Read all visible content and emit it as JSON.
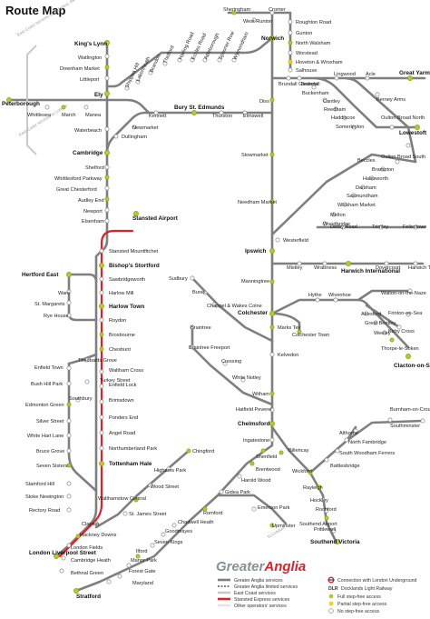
{
  "title": "Route Map",
  "brand": {
    "part1": "Greater",
    "part2": "Anglia"
  },
  "colors": {
    "ga_line": "#7f7f7f",
    "express": "#d8232a",
    "east_coast": "#c9c9c9",
    "other": "#dcdcdc",
    "full_access": "#b6c730",
    "partial_access": "#f2d21c",
    "no_access": "#ffffff"
  },
  "notes": {
    "east_coast_north": "East Coast services to Yorkshire, the North East and Scotland",
    "east_coast_south": "East Coast services to London",
    "upminster_london": "to London"
  },
  "stations": {
    "sheringham": "Sheringham",
    "cromer": "Cromer",
    "west_runton": "West Runton",
    "roughton_road": "Roughton Road",
    "norwich": "Norwich",
    "gunton": "Gunton",
    "north_walsham": "North Walsham",
    "worstead": "Worstead",
    "hoveton": "Hoveton & Wroxham",
    "salhouse": "Salhouse",
    "brundall_gardens": "Brundall Gardens",
    "brundall": "Brundall",
    "lingwood": "Lingwood",
    "acle": "Acle",
    "great_yarmouth": "Great Yarmouth",
    "buckenham": "Buckenham",
    "berney_arms": "Berney Arms",
    "cantley": "Cantley",
    "reedham": "Reedham",
    "haddiscoe": "Haddiscoe",
    "somerleyton": "Somerleyton",
    "oulton_broad_north": "Oulton Broad North",
    "lowestoft": "Lowestoft",
    "oulton_broad_south": "Oulton Broad South",
    "beccles": "Beccles",
    "brampton": "Brampton",
    "halesworth": "Halesworth",
    "darsham": "Darsham",
    "saxmundham": "Saxmundham",
    "wickham_market": "Wickham Market",
    "melton": "Melton",
    "woodbridge": "Woodbridge",
    "derby_road": "Derby Road",
    "trimley": "Trimley",
    "felixstowe": "Felixstowe",
    "westerfield": "Westerfield",
    "ipswich": "Ipswich",
    "kings_lynn": "King's Lynn",
    "watlington": "Watlington",
    "downham_market": "Downham Market",
    "littleport": "Littleport",
    "ely": "Ely",
    "peterborough": "Peterborough",
    "whittlesea": "Whittlesea",
    "march": "March",
    "manea": "Manea",
    "waterbeach": "Waterbeach",
    "shippea_hill": "Shippea Hill",
    "lakenheath": "Lakenheath",
    "brandon": "Brandon",
    "thetford": "Thetford",
    "harling_road": "Harling Road",
    "eccles_road": "Eccles Road",
    "attleborough": "Attleborough",
    "spooner_row": "Spooner Row",
    "wymondham": "Wymondham",
    "diss": "Diss",
    "newmarket": "Newmarket",
    "kennett": "Kennett",
    "bury": "Bury St. Edmunds",
    "thurston": "Thurston",
    "elmswell": "Elmswell",
    "dullingham": "Dullingham",
    "cambridge": "Cambridge",
    "stowmarket": "Stowmarket",
    "needham_market": "Needham Market",
    "shelford": "Shelford",
    "whittlesford": "Whittlesford Parkway",
    "great_chesterford": "Great Chesterford",
    "audley_end": "Audley End",
    "newport": "Newport",
    "elsenham": "Elsenham",
    "stansted_airport": "Stansted Airport",
    "stansted_mountfitchet": "Stansted Mountfitchet",
    "bishops_stortford": "Bishop's Stortford",
    "sawbridgeworth": "Sawbridgeworth",
    "harlow_mill": "Harlow Mill",
    "harlow_town": "Harlow Town",
    "roydon": "Roydon",
    "broxbourne": "Broxbourne",
    "cheshunt": "Cheshunt",
    "hertford_east": "Hertford East",
    "ware": "Ware",
    "st_margarets": "St. Margarets",
    "rye_house": "Rye House",
    "theobalds_grove": "Theobalds Grove",
    "turkey_street": "Turkey Street",
    "southbury": "Southbury",
    "enfield_town": "Enfield Town",
    "bush_hill_park": "Bush Hill Park",
    "edmonton_green": "Edmonton Green",
    "silver_street": "Silver Street",
    "white_hart_lane": "White Hart Lane",
    "bruce_grove": "Bruce Grove",
    "seven_sisters": "Seven Sisters",
    "stamford_hill": "Stamford Hill",
    "stoke_newington": "Stoke Newington",
    "rectory_road": "Rectory Road",
    "waltham_cross": "Waltham Cross",
    "enfield_lock": "Enfield Lock",
    "brimsdown": "Brimsdown",
    "ponders_end": "Ponders End",
    "angel_road": "Angel Road",
    "northumberland_park": "Northumberland Park",
    "tottenham_hale": "Tottenham Hale",
    "chingford": "Chingford",
    "highams_park": "Highams Park",
    "wood_street": "Wood Street",
    "walthamstow_central": "Walthamstow Central",
    "st_james_street": "St. James Street",
    "clapton": "Clapton",
    "hackney_downs": "Hackney Downs",
    "london_fields": "London Fields",
    "cambridge_heath": "Cambridge Heath",
    "bethnal_green": "Bethnal Green",
    "london_liverpool_street": "London Liverpool Street",
    "stratford": "Stratford",
    "maryland": "Maryland",
    "forest_gate": "Forest Gate",
    "manor_park": "Manor Park",
    "ilford": "Ilford",
    "seven_kings": "Seven Kings",
    "goodmayes": "Goodmayes",
    "chadwell_heath": "Chadwell Heath",
    "romford": "Romford",
    "gidea_park": "Gidea Park",
    "harold_wood": "Harold Wood",
    "brentwood": "Brentwood",
    "shenfield": "Shenfield",
    "emerson_park": "Emerson Park",
    "upminster": "Upminster",
    "billericay": "Billericay",
    "wickford": "Wickford",
    "rayleigh": "Rayleigh",
    "hockley": "Hockley",
    "rochford": "Rochford",
    "southend_airport": "Southend Airport",
    "prittlewell": "Prittlewell",
    "southend_victoria": "Southend Victoria",
    "battlesbridge": "Battlesbridge",
    "south_woodham_ferrers": "South Woodham Ferrers",
    "north_fambridge": "North Fambridge",
    "althorne": "Althorne",
    "burnham_on_crouch": "Burnham-on-Crouch",
    "southminster": "Southminster",
    "ingatestone": "Ingatestone",
    "chelmsford": "Chelmsford",
    "hatfield_peverel": "Hatfield Peverel",
    "witham": "Witham",
    "white_notley": "White Notley",
    "cressing": "Cressing",
    "braintree_freeport": "Braintree Freeport",
    "braintree": "Braintree",
    "kelvedon": "Kelvedon",
    "marks_tey": "Marks Tey",
    "chappel": "Chappel & Wakes Colne",
    "bures": "Bures",
    "sudbury": "Sudbury",
    "colchester": "Colchester",
    "colchester_town": "Colchester Town",
    "hythe": "Hythe",
    "wivenhoe": "Wivenhoe",
    "alresford": "Alresford",
    "great_bentley": "Great Bentley",
    "weeley": "Weeley",
    "thorpe_le_soken": "Thorpe-le-Soken",
    "clacton": "Clacton-on-Sea",
    "kirby_cross": "Kirby Cross",
    "frinton": "Frinton-on-Sea",
    "walton": "Walton-on-the-Naze",
    "manningtree": "Manningtree",
    "mistley": "Mistley",
    "wrabness": "Wrabness",
    "harwich_international": "Harwich International",
    "dovercourt": "Dovercourt",
    "harwich_town": "Harwich Town"
  },
  "legend": {
    "ga_services": "Greater Anglia services",
    "ga_limited": "Greater Anglia limited services",
    "east_coast": "East Coast services",
    "stansted_express": "Stansted Express services",
    "other_operators": "Other operators' services",
    "underground": "Connection with London Underground",
    "dlr": "Docklands Light Railway",
    "full_access": "Full step-free access",
    "partial_access": "Partial step-free access",
    "no_access": "No step-free access"
  }
}
